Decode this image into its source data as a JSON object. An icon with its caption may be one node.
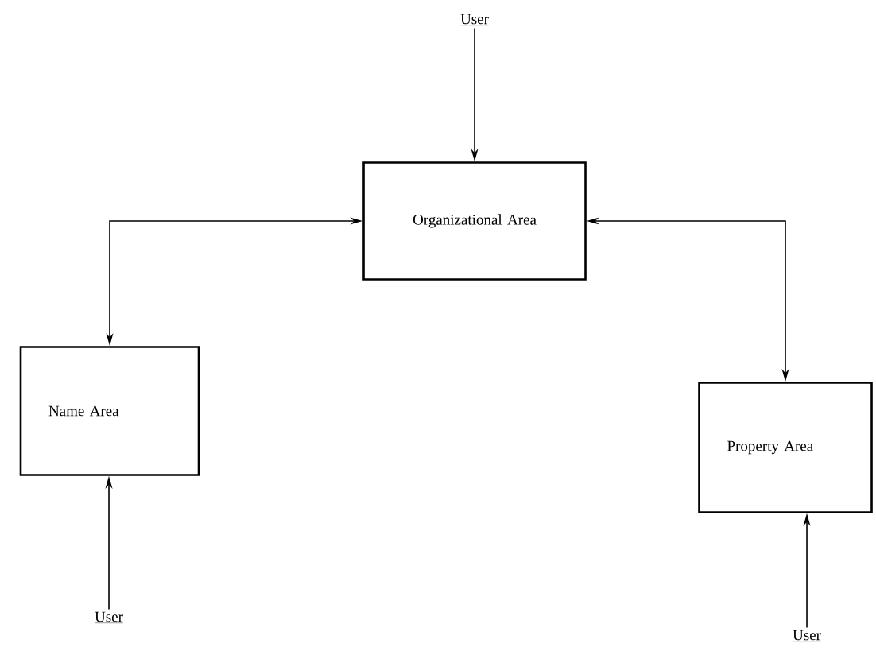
{
  "diagram": {
    "nodes": [
      {
        "text": [
          "User"
        ]
      },
      {
        "text": [
          "Organizational Area"
        ]
      },
      {
        "text": [
          "Name Area"
        ]
      },
      {
        "text": [
          "Property Area"
        ]
      },
      {
        "text": [
          "User"
        ]
      },
      {
        "text": [
          "User"
        ]
      }
    ],
    "edges": [
      {
        "from": 0,
        "to": 1,
        "arrow": "to"
      },
      {
        "from": 1,
        "to": 2,
        "arrow": "both"
      },
      {
        "from": 1,
        "to": 3,
        "arrow": "both"
      },
      {
        "from": 4,
        "to": 2,
        "arrow": "to"
      },
      {
        "from": 5,
        "to": 3,
        "arrow": "to"
      }
    ]
  }
}
